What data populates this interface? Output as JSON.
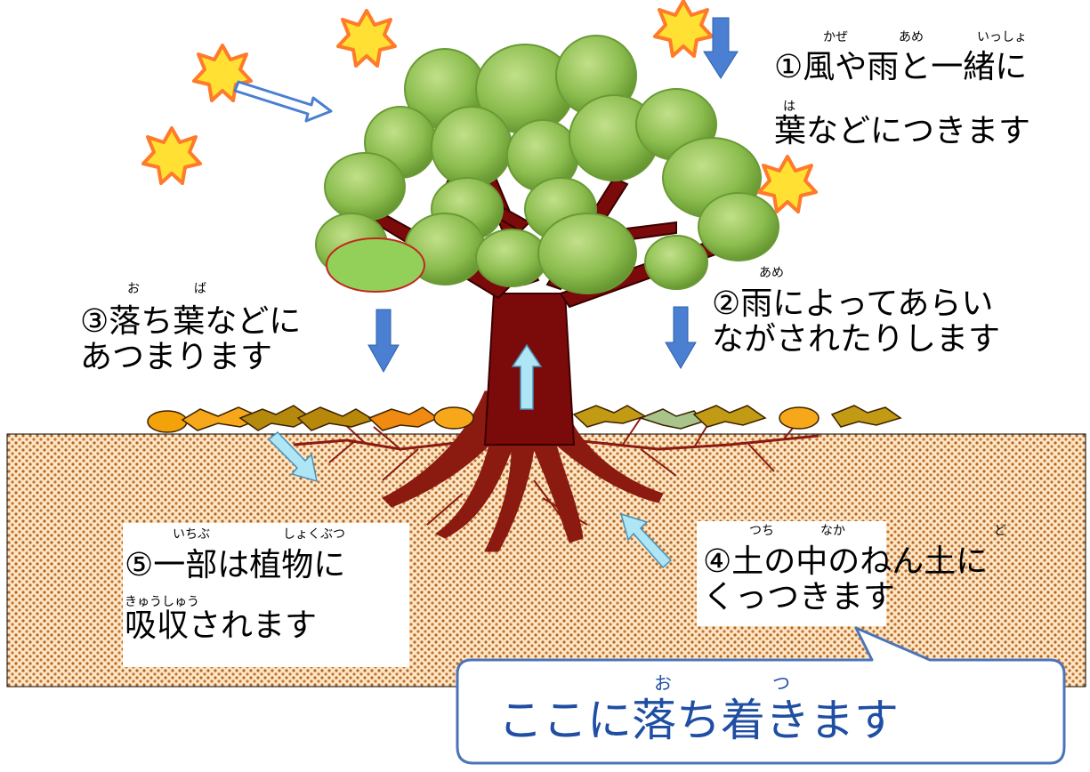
{
  "labels": {
    "one": {
      "line1": "①風や雨と一緒に",
      "line2": "葉などにつきます",
      "ruby": {
        "kaze": "かぜ",
        "ame": "あめ",
        "issho": "いっしょ",
        "ha": "は"
      }
    },
    "two": {
      "line1": "②雨によってあらい",
      "line2": "ながされたりします",
      "ruby": {
        "ame": "あめ"
      }
    },
    "three": {
      "line1": "③落ち葉などに",
      "line2": "あつまります",
      "ruby": {
        "o": "お",
        "ba": "ば"
      }
    },
    "four": {
      "line1": "④土の中のねん土に",
      "line2": "くっつきます",
      "ruby": {
        "tsuchi": "つち",
        "naka": "なか",
        "do": "ど"
      }
    },
    "five": {
      "line1": "⑤一部は植物に",
      "line2": "吸収されます",
      "ruby": {
        "ichibu": "いちぶ",
        "shokubutsu": "しょくぶつ",
        "kyuushuu": "きゅうしゅう"
      }
    }
  },
  "callout": {
    "text": "ここに落ち着きます",
    "ruby": {
      "o": "お",
      "tsu": "つ"
    }
  },
  "colors": {
    "leaf": "#8cbd4f",
    "leaf_dark": "#5e8f2a",
    "trunk": "#7b0a0a",
    "soil": "#fbe6c8",
    "soil_dot": "#b5651d",
    "star": "#ffe033",
    "star_edge": "#ff7a2a",
    "arrow_blue": "#4a7fd1",
    "arrow_light": "#aee6f6",
    "callout_text": "#1f4ea3",
    "callout_border": "#4b74b8"
  }
}
